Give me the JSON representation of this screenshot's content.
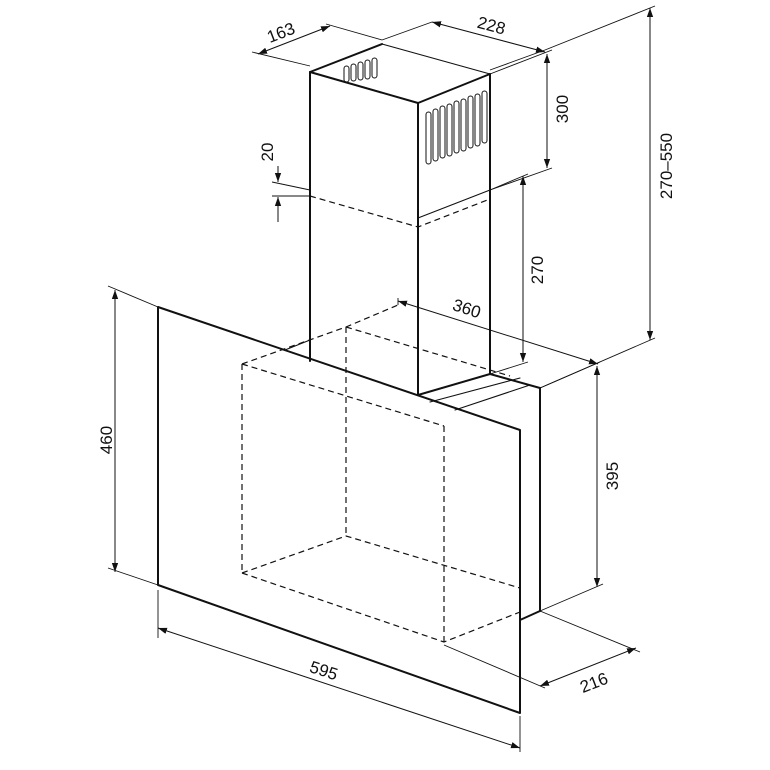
{
  "dimensions": {
    "chimney_depth": "163",
    "chimney_width": "228",
    "upper_chimney_height": "300",
    "chimney_adjust_range": "270–550",
    "overlap": "20",
    "lower_chimney_height": "270",
    "body_width": "360",
    "glass_height": "460",
    "body_height": "395",
    "glass_width": "595",
    "body_depth": "216"
  }
}
